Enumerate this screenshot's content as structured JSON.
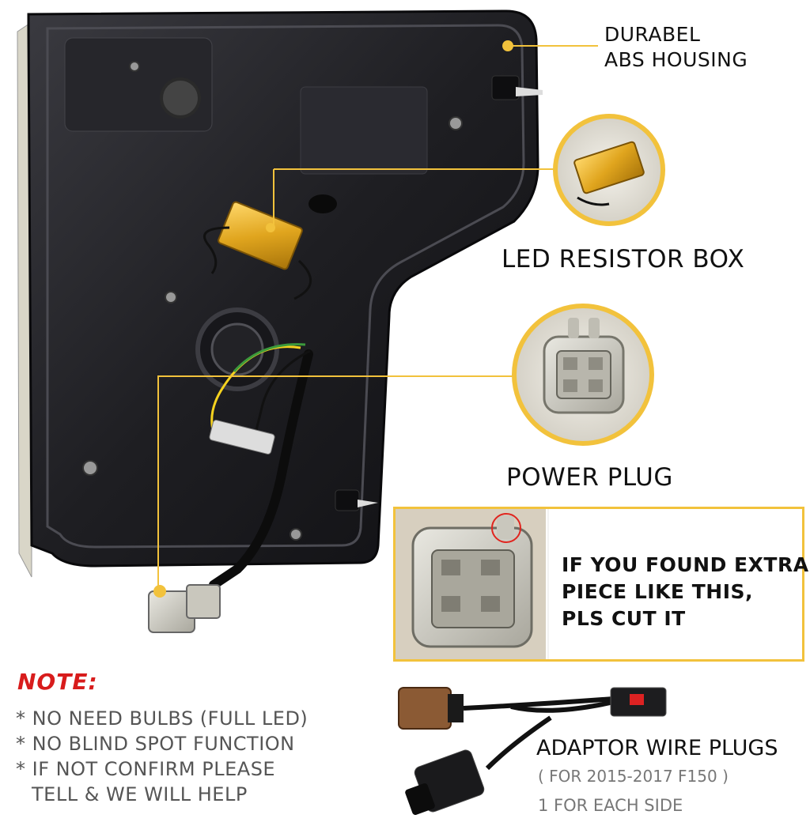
{
  "labels": {
    "housing": [
      "DURABEL",
      "ABS HOUSING"
    ],
    "resistor": "LED RESISTOR BOX",
    "plug": "POWER PLUG",
    "extra_piece": [
      "IF YOU FOUND EXTRA",
      "PIECE LIKE THIS,",
      "PLS CUT IT"
    ],
    "adaptor": "ADAPTOR WIRE PLUGS",
    "adaptor_for": "( FOR 2015-2017 F150 )",
    "adaptor_each": "1 FOR EACH SIDE"
  },
  "note": {
    "title": "NOTE:",
    "items": [
      "* NO NEED BULBS (FULL LED)",
      "* NO BLIND SPOT FUNCTION",
      "* IF NOT CONFIRM PLEASE",
      "TELL & WE WILL HELP"
    ]
  },
  "colors": {
    "accent": "#f2c23c",
    "note_red": "#d81c1c",
    "housing_dark": "#1b1b1f"
  }
}
